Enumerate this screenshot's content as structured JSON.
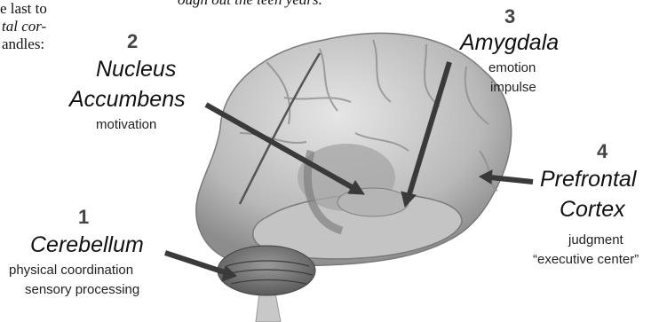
{
  "fragments": {
    "line1": "e last to",
    "line2": "tal cor-",
    "line3": "andles:",
    "top": "ough out the teen years."
  },
  "labels": [
    {
      "number": "1",
      "title": "Cerebellum",
      "lines": [
        "physical coordination",
        "sensory processing"
      ]
    },
    {
      "number": "2",
      "title_lines": [
        "Nucleus",
        "Accumbens"
      ],
      "lines": [
        "motivation"
      ]
    },
    {
      "number": "3",
      "title": "Amygdala",
      "lines": [
        "emotion",
        "impulse"
      ]
    },
    {
      "number": "4",
      "title_lines": [
        "Prefrontal",
        "Cortex"
      ],
      "lines": [
        "judgment",
        "“executive center”"
      ]
    }
  ],
  "colors": {
    "brain": "#cfcfcf",
    "arrow": "#3a3a3a"
  }
}
